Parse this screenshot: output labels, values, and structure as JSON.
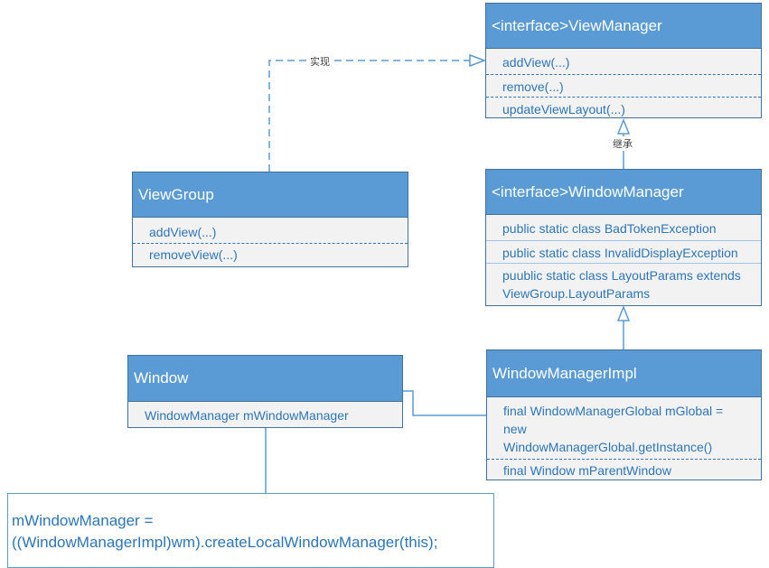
{
  "view_manager": {
    "title": "<interface>ViewManager",
    "methods": [
      "addView(...)",
      "remove(...)",
      "updateViewLayout(...)"
    ]
  },
  "window_manager": {
    "title": "<interface>WindowManager",
    "members": [
      "public static class BadTokenException",
      "public static class InvalidDisplayException",
      "puublic static class LayoutParams extends",
      "ViewGroup.LayoutParams"
    ]
  },
  "view_group": {
    "title": "ViewGroup",
    "methods": [
      "addView(...)",
      "removeView(...)"
    ]
  },
  "window": {
    "title": "Window",
    "fields": [
      "WindowManager mWindowManager"
    ]
  },
  "window_manager_impl": {
    "title": "WindowManagerImpl",
    "fields": [
      "final WindowManagerGlobal mGlobal =",
      "new",
      "WindowManagerGlobal.getInstance()",
      "final Window mParentWindow"
    ]
  },
  "labels": {
    "implements": "实现",
    "extends": "继承"
  },
  "note": {
    "line1": "mWindowManager =",
    "line2": "((WindowManagerImpl)wm).createLocalWindowManager(this);"
  },
  "colors": {
    "header": "#5b9bd5",
    "border": "#41719c",
    "text": "#2e75b6",
    "body": "#f2f2f2"
  }
}
